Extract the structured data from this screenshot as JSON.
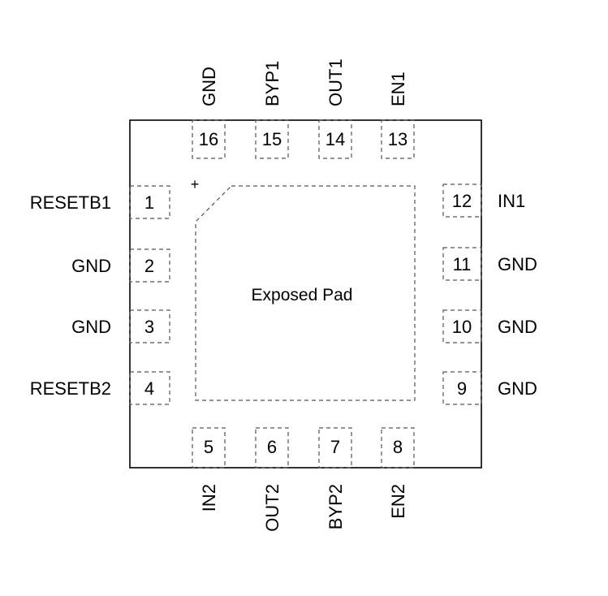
{
  "package": {
    "center_label": "Exposed Pad",
    "pin1_marker": "+"
  },
  "pins": [
    {
      "num": "1",
      "name": "RESETB1"
    },
    {
      "num": "2",
      "name": "GND"
    },
    {
      "num": "3",
      "name": "GND"
    },
    {
      "num": "4",
      "name": "RESETB2"
    },
    {
      "num": "5",
      "name": "IN2"
    },
    {
      "num": "6",
      "name": "OUT2"
    },
    {
      "num": "7",
      "name": "BYP2"
    },
    {
      "num": "8",
      "name": "EN2"
    },
    {
      "num": "9",
      "name": "GND"
    },
    {
      "num": "10",
      "name": "GND"
    },
    {
      "num": "11",
      "name": "GND"
    },
    {
      "num": "12",
      "name": "IN1"
    },
    {
      "num": "13",
      "name": "EN1"
    },
    {
      "num": "14",
      "name": "OUT1"
    },
    {
      "num": "15",
      "name": "BYP1"
    },
    {
      "num": "16",
      "name": "GND"
    }
  ]
}
